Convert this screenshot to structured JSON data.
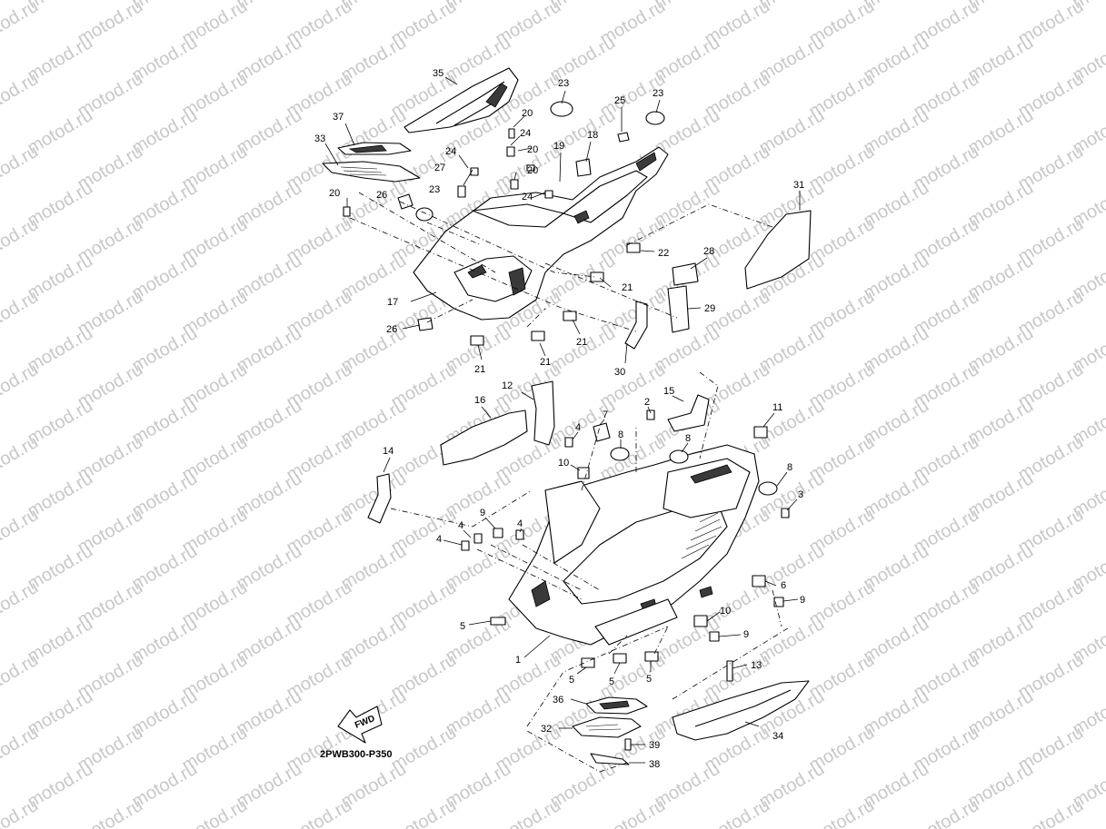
{
  "watermark_text": "motod.ru",
  "drawing_code": "2PWB300-P350",
  "fwd_label": "FWD",
  "callouts": {
    "c35": "35",
    "c37": "37",
    "c33": "33",
    "c20a": "20",
    "c24a": "24",
    "c20b": "20",
    "c24b": "24",
    "c20c": "20",
    "c27": "27",
    "c20d": "20",
    "c23a": "23",
    "c26a": "26",
    "c20e": "20",
    "c24c": "24",
    "c19": "19",
    "c18": "18",
    "c23b": "23",
    "c25": "25",
    "c23c": "23",
    "c31": "31",
    "c22": "22",
    "c28": "28",
    "c21a": "21",
    "c29": "29",
    "c17": "17",
    "c26b": "26",
    "c21b": "21",
    "c21c": "21",
    "c21d": "21",
    "c30": "30",
    "c12": "12",
    "c16": "16",
    "c7": "7",
    "c2": "2",
    "c15": "15",
    "c11": "11",
    "c4a": "4",
    "c8a": "8",
    "c8b": "8",
    "c14": "14",
    "c10a": "10",
    "c8c": "8",
    "c3": "3",
    "c9a": "9",
    "c4b": "4",
    "c4c": "4",
    "c4d": "4",
    "c6": "6",
    "c9b": "9",
    "c10b": "10",
    "c5a": "5",
    "c9c": "9",
    "c1": "1",
    "c13": "13",
    "c5b": "5",
    "c5c": "5",
    "c5d": "5",
    "c36": "36",
    "c34": "34",
    "c32": "32",
    "c39": "39",
    "c38": "38"
  }
}
